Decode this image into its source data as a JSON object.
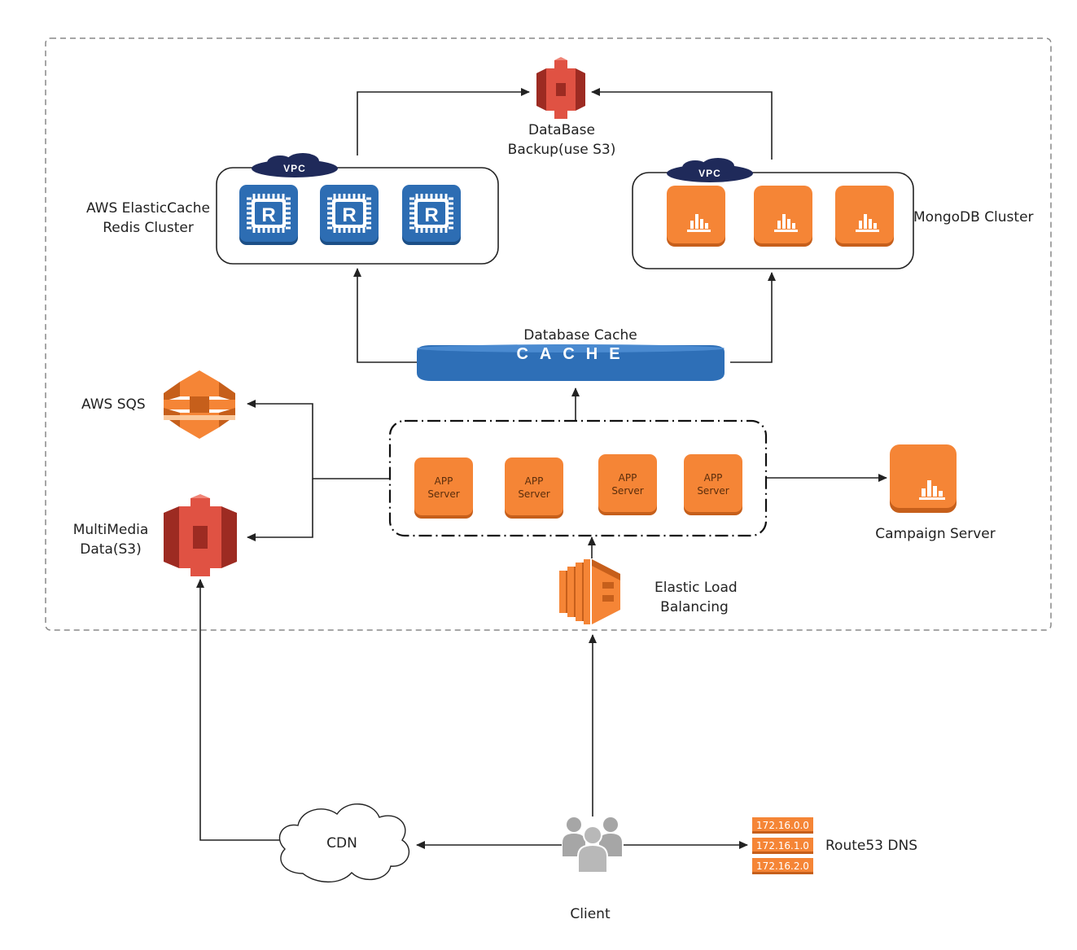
{
  "colors": {
    "orange": "#f58536",
    "orange_dark": "#c65f1b",
    "red": "#e05243",
    "red_dark": "#9d2b22",
    "redis_blue": "#2d6db3",
    "cache_blue": "#2e6fb7",
    "vpc_navy": "#1f2a5a",
    "client_gray": "#a6a6a6"
  },
  "labels": {
    "backup": [
      "DataBase",
      "Backup(use S3)"
    ],
    "redis": [
      "AWS ElasticCache",
      "Redis Cluster"
    ],
    "mongo": "MongoDB Cluster",
    "cache_title": "Database Cache",
    "cache_word": "CACHE",
    "sqs": "AWS SQS",
    "multimedia": [
      "MultiMedia",
      "Data(S3)"
    ],
    "campaign": "Campaign Server",
    "elb": [
      "Elastic Load",
      "Balancing"
    ],
    "cdn": "CDN",
    "route53": "Route53 DNS",
    "client": "Client",
    "vpc": "VPC",
    "redis_letter": "R"
  },
  "app_servers": [
    [
      "APP",
      "Server"
    ],
    [
      "APP",
      "Server"
    ],
    [
      "APP",
      "Server"
    ],
    [
      "APP",
      "Server"
    ]
  ],
  "dns_ips": [
    "172.16.0.0",
    "172.16.1.0",
    "172.16.2.0"
  ],
  "icons": {
    "backup": "s3-bucket-icon",
    "redis_nodes": "redis-node-icon",
    "mongo_nodes": "ec2-instance-icon",
    "sqs": "sqs-queue-icon",
    "multimedia": "s3-bucket-icon",
    "campaign": "ec2-instance-icon",
    "elb": "load-balancer-icon",
    "cdn": "cloud-icon",
    "client": "users-icon",
    "route53": "dns-record-icon"
  }
}
